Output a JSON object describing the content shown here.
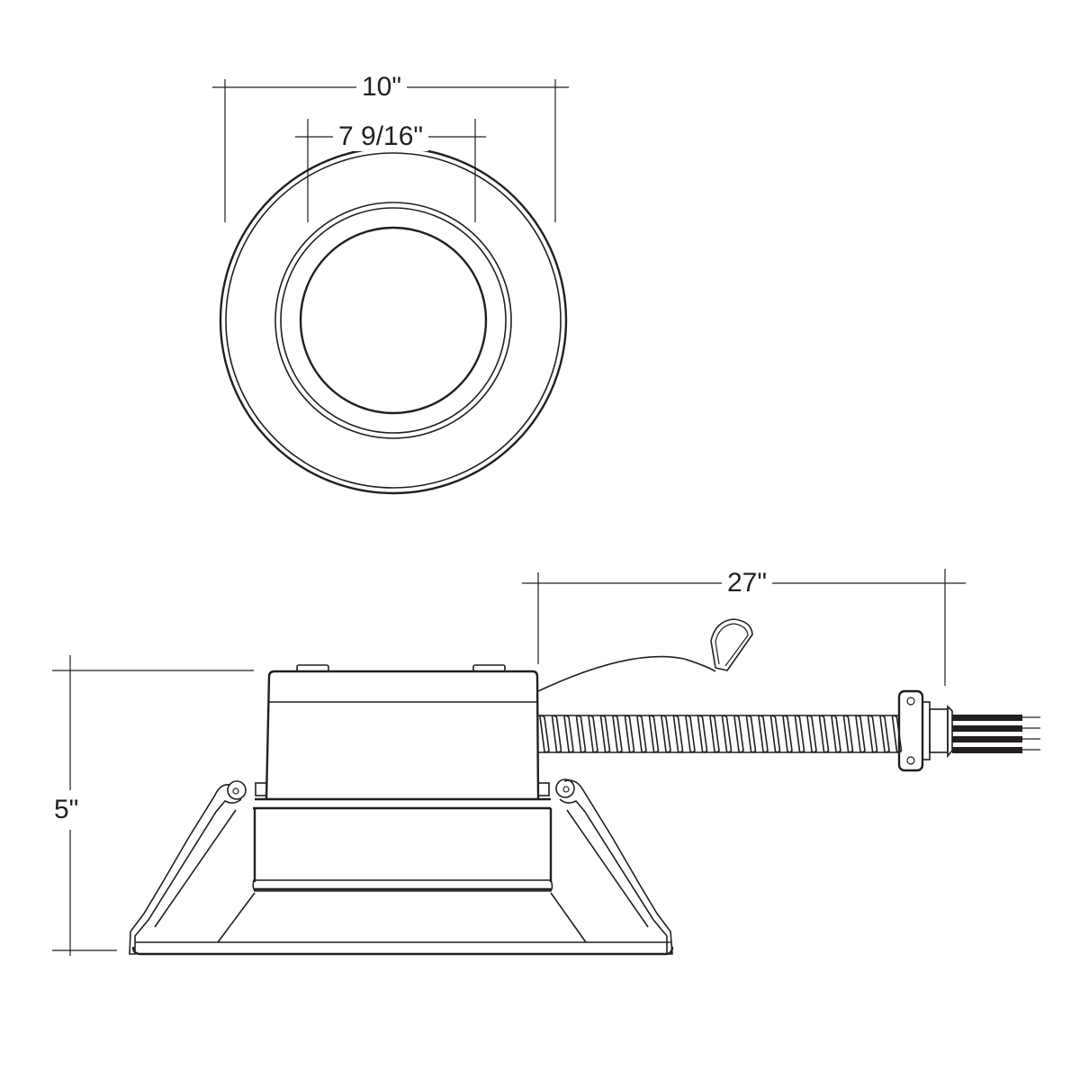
{
  "dimensions": {
    "top_outer_diameter": "10\"",
    "top_cutout_diameter": "7 9/16\"",
    "cable_length": "27\"",
    "height": "5\""
  },
  "colors": {
    "line": "#231f20",
    "background": "#ffffff"
  }
}
